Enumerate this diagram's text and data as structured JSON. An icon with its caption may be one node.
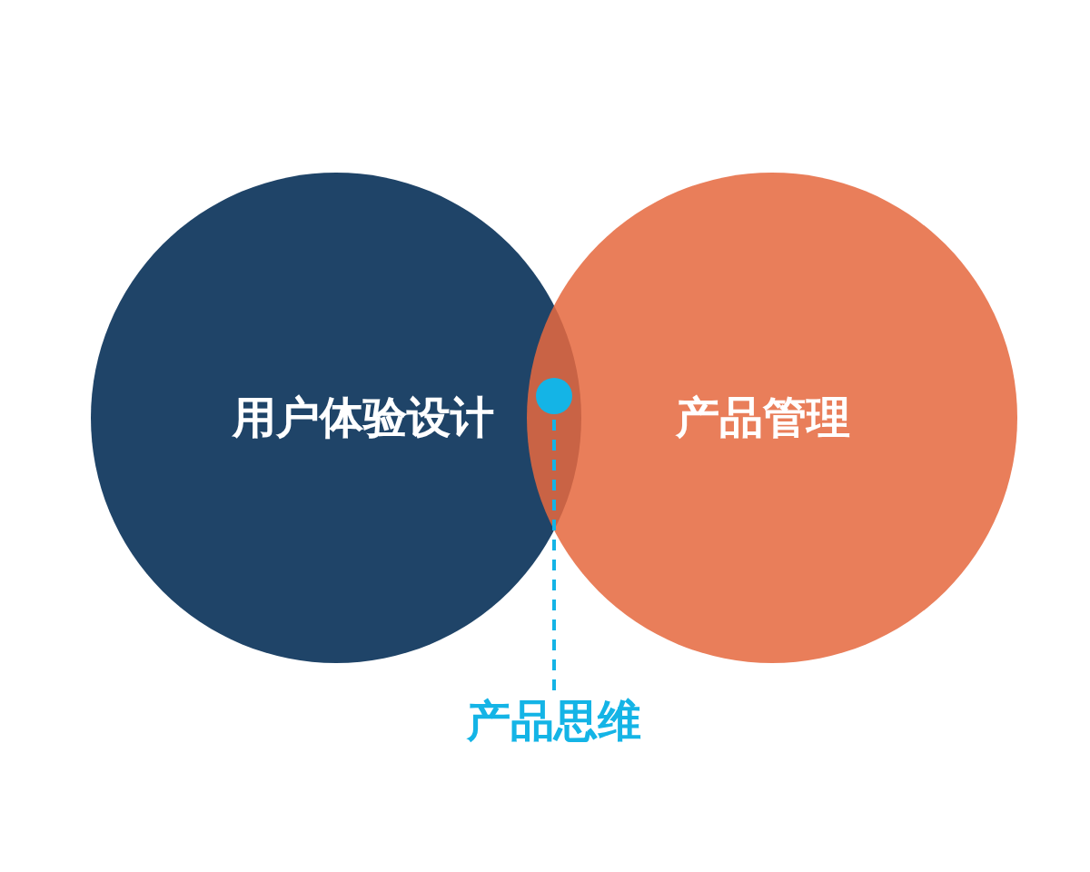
{
  "diagram": {
    "nodes": [
      {
        "text": [
          "用户体验设计"
        ]
      },
      {
        "text": [
          "产品管理"
        ]
      },
      {
        "text": [],
        "shape": "circle"
      },
      {
        "text": [
          "产品思维"
        ]
      }
    ],
    "edges": [
      {
        "from": 3,
        "to": 2,
        "arrow": "none",
        "style": "dashed"
      }
    ]
  }
}
